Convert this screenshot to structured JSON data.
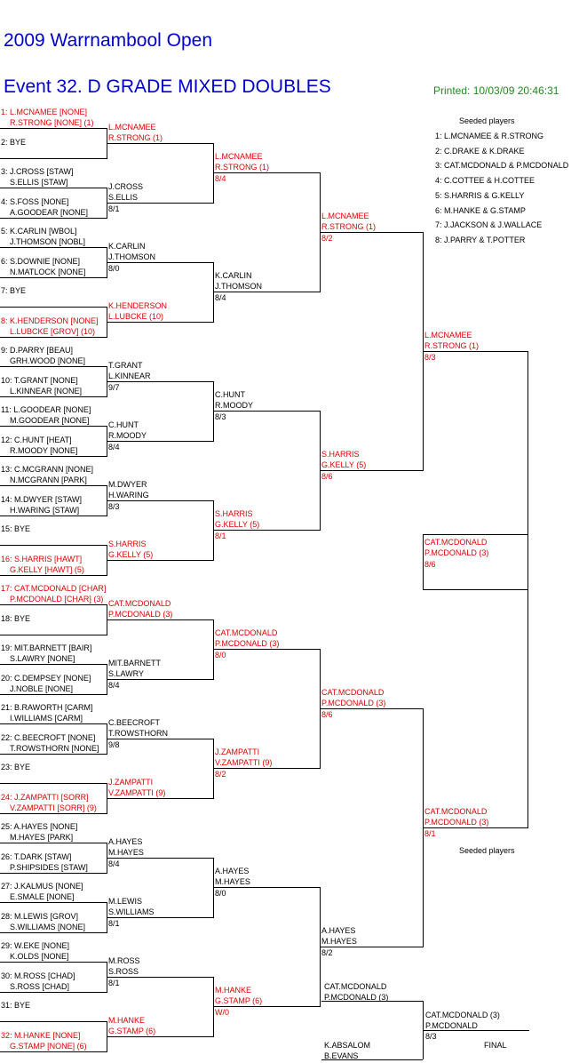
{
  "header": {
    "tournament": "2009 Warrnambool Open",
    "event": "Event 32. D GRADE MIXED DOUBLES",
    "printed": "Printed: 10/03/09 20:46:31"
  },
  "round1": [
    {
      "l1": "1: L.MCNAMEE [NONE]",
      "l2": "R.STRONG [NONE] (1)",
      "seed": true
    },
    {
      "l1": "2: BYE",
      "l2": "",
      "seed": false
    },
    {
      "l1": "3: J.CROSS [STAW]",
      "l2": "S.ELLIS [STAW]",
      "seed": false
    },
    {
      "l1": "4: S.FOSS [NONE]",
      "l2": "A.GOODEAR [NONE]",
      "seed": false
    },
    {
      "l1": "5: K.CARLIN [WBOL]",
      "l2": "J.THOMSON [NOBL]",
      "seed": false
    },
    {
      "l1": "6: S.DOWNIE [NONE]",
      "l2": "N.MATLOCK [NONE]",
      "seed": false
    },
    {
      "l1": "7: BYE",
      "l2": "",
      "seed": false
    },
    {
      "l1": "8: K.HENDERSON [NONE]",
      "l2": "L.LUBCKE [GROV] (10)",
      "seed": true
    },
    {
      "l1": "9: D.PARRY [BEAU]",
      "l2": "GRH.WOOD [NONE]",
      "seed": false
    },
    {
      "l1": "10: T.GRANT [NONE]",
      "l2": "L.KINNEAR [NONE]",
      "seed": false
    },
    {
      "l1": "11: L.GOODEAR [NONE]",
      "l2": "M.GOODEAR [NONE]",
      "seed": false
    },
    {
      "l1": "12: C.HUNT [HEAT]",
      "l2": "R.MOODY [NONE]",
      "seed": false
    },
    {
      "l1": "13: C.MCGRANN [NONE]",
      "l2": "N.MCGRANN [PARK]",
      "seed": false
    },
    {
      "l1": "14: M.DWYER [STAW]",
      "l2": "H.WARING [STAW]",
      "seed": false
    },
    {
      "l1": "15: BYE",
      "l2": "",
      "seed": false
    },
    {
      "l1": "16: S.HARRIS [HAWT]",
      "l2": "G.KELLY [HAWT] (5)",
      "seed": true
    },
    {
      "l1": "17: CAT.MCDONALD [CHAR]",
      "l2": "P.MCDONALD [CHAR] (3)",
      "seed": true
    },
    {
      "l1": "18: BYE",
      "l2": "",
      "seed": false
    },
    {
      "l1": "19: MIT.BARNETT [BAIR]",
      "l2": "S.LAWRY [NONE]",
      "seed": false
    },
    {
      "l1": "20: C.DEMPSEY [NONE]",
      "l2": "J.NOBLE [NONE]",
      "seed": false
    },
    {
      "l1": "21: B.RAWORTH [CARM]",
      "l2": "I.WILLIAMS [CARM]",
      "seed": false
    },
    {
      "l1": "22: C.BEECROFT [NONE]",
      "l2": "T.ROWSTHORN [NONE]",
      "seed": false
    },
    {
      "l1": "23: BYE",
      "l2": "",
      "seed": false
    },
    {
      "l1": "24: J.ZAMPATTI [SORR]",
      "l2": "V.ZAMPATTI [SORR] (9)",
      "seed": true
    },
    {
      "l1": "25: A.HAYES [NONE]",
      "l2": "M.HAYES [PARK]",
      "seed": false
    },
    {
      "l1": "26: T.DARK [STAW]",
      "l2": "P.SHIPSIDES [STAW]",
      "seed": false
    },
    {
      "l1": "27: J.KALMUS [NONE]",
      "l2": "E.SMALE [NONE]",
      "seed": false
    },
    {
      "l1": "28: M.LEWIS [GROV]",
      "l2": "S.WILLIAMS [NONE]",
      "seed": false
    },
    {
      "l1": "29: W.EKE [NONE]",
      "l2": "K.OLDS [NONE]",
      "seed": false
    },
    {
      "l1": "30: M.ROSS [CHAD]",
      "l2": "S.ROSS [CHAD]",
      "seed": false
    },
    {
      "l1": "31: BYE",
      "l2": "",
      "seed": false
    },
    {
      "l1": "32: M.HANKE [NONE]",
      "l2": "G.STAMP [NONE] (6)",
      "seed": true
    }
  ],
  "round2": [
    {
      "n1": "L.MCNAMEE",
      "n2": "R.STRONG (1)",
      "score": "",
      "seed": true
    },
    {
      "n1": "J.CROSS",
      "n2": "S.ELLIS",
      "score": "8/1",
      "seed": false
    },
    {
      "n1": "K.CARLIN",
      "n2": "J.THOMSON",
      "score": "8/0",
      "seed": false
    },
    {
      "n1": "K.HENDERSON",
      "n2": "L.LUBCKE (10)",
      "score": "",
      "seed": true
    },
    {
      "n1": "T.GRANT",
      "n2": "L.KINNEAR",
      "score": "9/7",
      "seed": false
    },
    {
      "n1": "C.HUNT",
      "n2": "R.MOODY",
      "score": "8/4",
      "seed": false
    },
    {
      "n1": "M.DWYER",
      "n2": "H.WARING",
      "score": "8/3",
      "seed": false
    },
    {
      "n1": "S.HARRIS",
      "n2": "G.KELLY (5)",
      "score": "",
      "seed": true
    },
    {
      "n1": "CAT.MCDONALD",
      "n2": "P.MCDONALD (3)",
      "score": "",
      "seed": true
    },
    {
      "n1": "MIT.BARNETT",
      "n2": "S.LAWRY",
      "score": "8/4",
      "seed": false
    },
    {
      "n1": "C.BEECROFT",
      "n2": "T.ROWSTHORN",
      "score": "9/8",
      "seed": false
    },
    {
      "n1": "J.ZAMPATTI",
      "n2": "V.ZAMPATTI (9)",
      "score": "",
      "seed": true
    },
    {
      "n1": "A.HAYES",
      "n2": "M.HAYES",
      "score": "8/4",
      "seed": false
    },
    {
      "n1": "M.LEWIS",
      "n2": "S.WILLIAMS",
      "score": "8/1",
      "seed": false
    },
    {
      "n1": "M.ROSS",
      "n2": "S.ROSS",
      "score": "8/1",
      "seed": false
    },
    {
      "n1": "M.HANKE",
      "n2": "G.STAMP (6)",
      "score": "",
      "seed": true
    }
  ],
  "round3": [
    {
      "n1": "L.MCNAMEE",
      "n2": "R.STRONG (1)",
      "score": "8/4",
      "seed": true
    },
    {
      "n1": "K.CARLIN",
      "n2": "J.THOMSON",
      "score": "8/4",
      "seed": false
    },
    {
      "n1": "C.HUNT",
      "n2": "R.MOODY",
      "score": "8/3",
      "seed": false
    },
    {
      "n1": "S.HARRIS",
      "n2": "G.KELLY (5)",
      "score": "8/1",
      "seed": true
    },
    {
      "n1": "CAT.MCDONALD",
      "n2": "P.MCDONALD (3)",
      "score": "8/0",
      "seed": true
    },
    {
      "n1": "J.ZAMPATTI",
      "n2": "V.ZAMPATTI (9)",
      "score": "8/2",
      "seed": true
    },
    {
      "n1": "A.HAYES",
      "n2": "M.HAYES",
      "score": "8/0",
      "seed": false
    },
    {
      "n1": "M.HANKE",
      "n2": "G.STAMP (6)",
      "score": "W/0",
      "seed": true
    }
  ],
  "round4": [
    {
      "n1": "L.MCNAMEE",
      "n2": "R.STRONG (1)",
      "score": "8/2",
      "seed": true
    },
    {
      "n1": "S.HARRIS",
      "n2": "G.KELLY (5)",
      "score": "8/6",
      "seed": true
    },
    {
      "n1": "CAT.MCDONALD",
      "n2": "P.MCDONALD (3)",
      "score": "8/6",
      "seed": true
    },
    {
      "n1": "A.HAYES",
      "n2": "M.HAYES",
      "score": "8/2",
      "seed": false
    }
  ],
  "round5": [
    {
      "n1": "L.MCNAMEE",
      "n2": "R.STRONG (1)",
      "score": "8/3",
      "seed": true
    },
    {
      "n1": "CAT.MCDONALD",
      "n2": "P.MCDONALD (3)",
      "score": "8/1",
      "seed": true
    }
  ],
  "round6": [
    {
      "n1": "CAT.MCDONALD",
      "n2": "P.MCDONALD (3)",
      "score": "8/6",
      "seed": true
    }
  ],
  "playoff": {
    "top1": "CAT.MCDONALD",
    "top2": "P.MCDONALD (3)",
    "bot1": "K.ABSALOM",
    "bot2": "B.EVANS",
    "win1": "CAT.MCDONALD (3)",
    "win2": "P.MCDONALD",
    "score": "8/3",
    "final_label": "FINAL"
  },
  "seeded": {
    "heading": "Seeded players",
    "heading2": "Seeded players",
    "list": [
      "1: L.MCNAMEE & R.STRONG",
      "2: C.DRAKE & K.DRAKE",
      "3: CAT.MCDONALD & P.MCDONALD",
      "4: C.COTTEE & H.COTTEE",
      "5: S.HARRIS & G.KELLY",
      "6: M.HANKE & G.STAMP",
      "7: J.JACKSON & J.WALLACE",
      "8: J.PARRY & T.POTTER"
    ]
  },
  "colors": {
    "title": "#0000cc",
    "printed": "#228b22",
    "seed": "#e00000",
    "text": "#000000"
  }
}
